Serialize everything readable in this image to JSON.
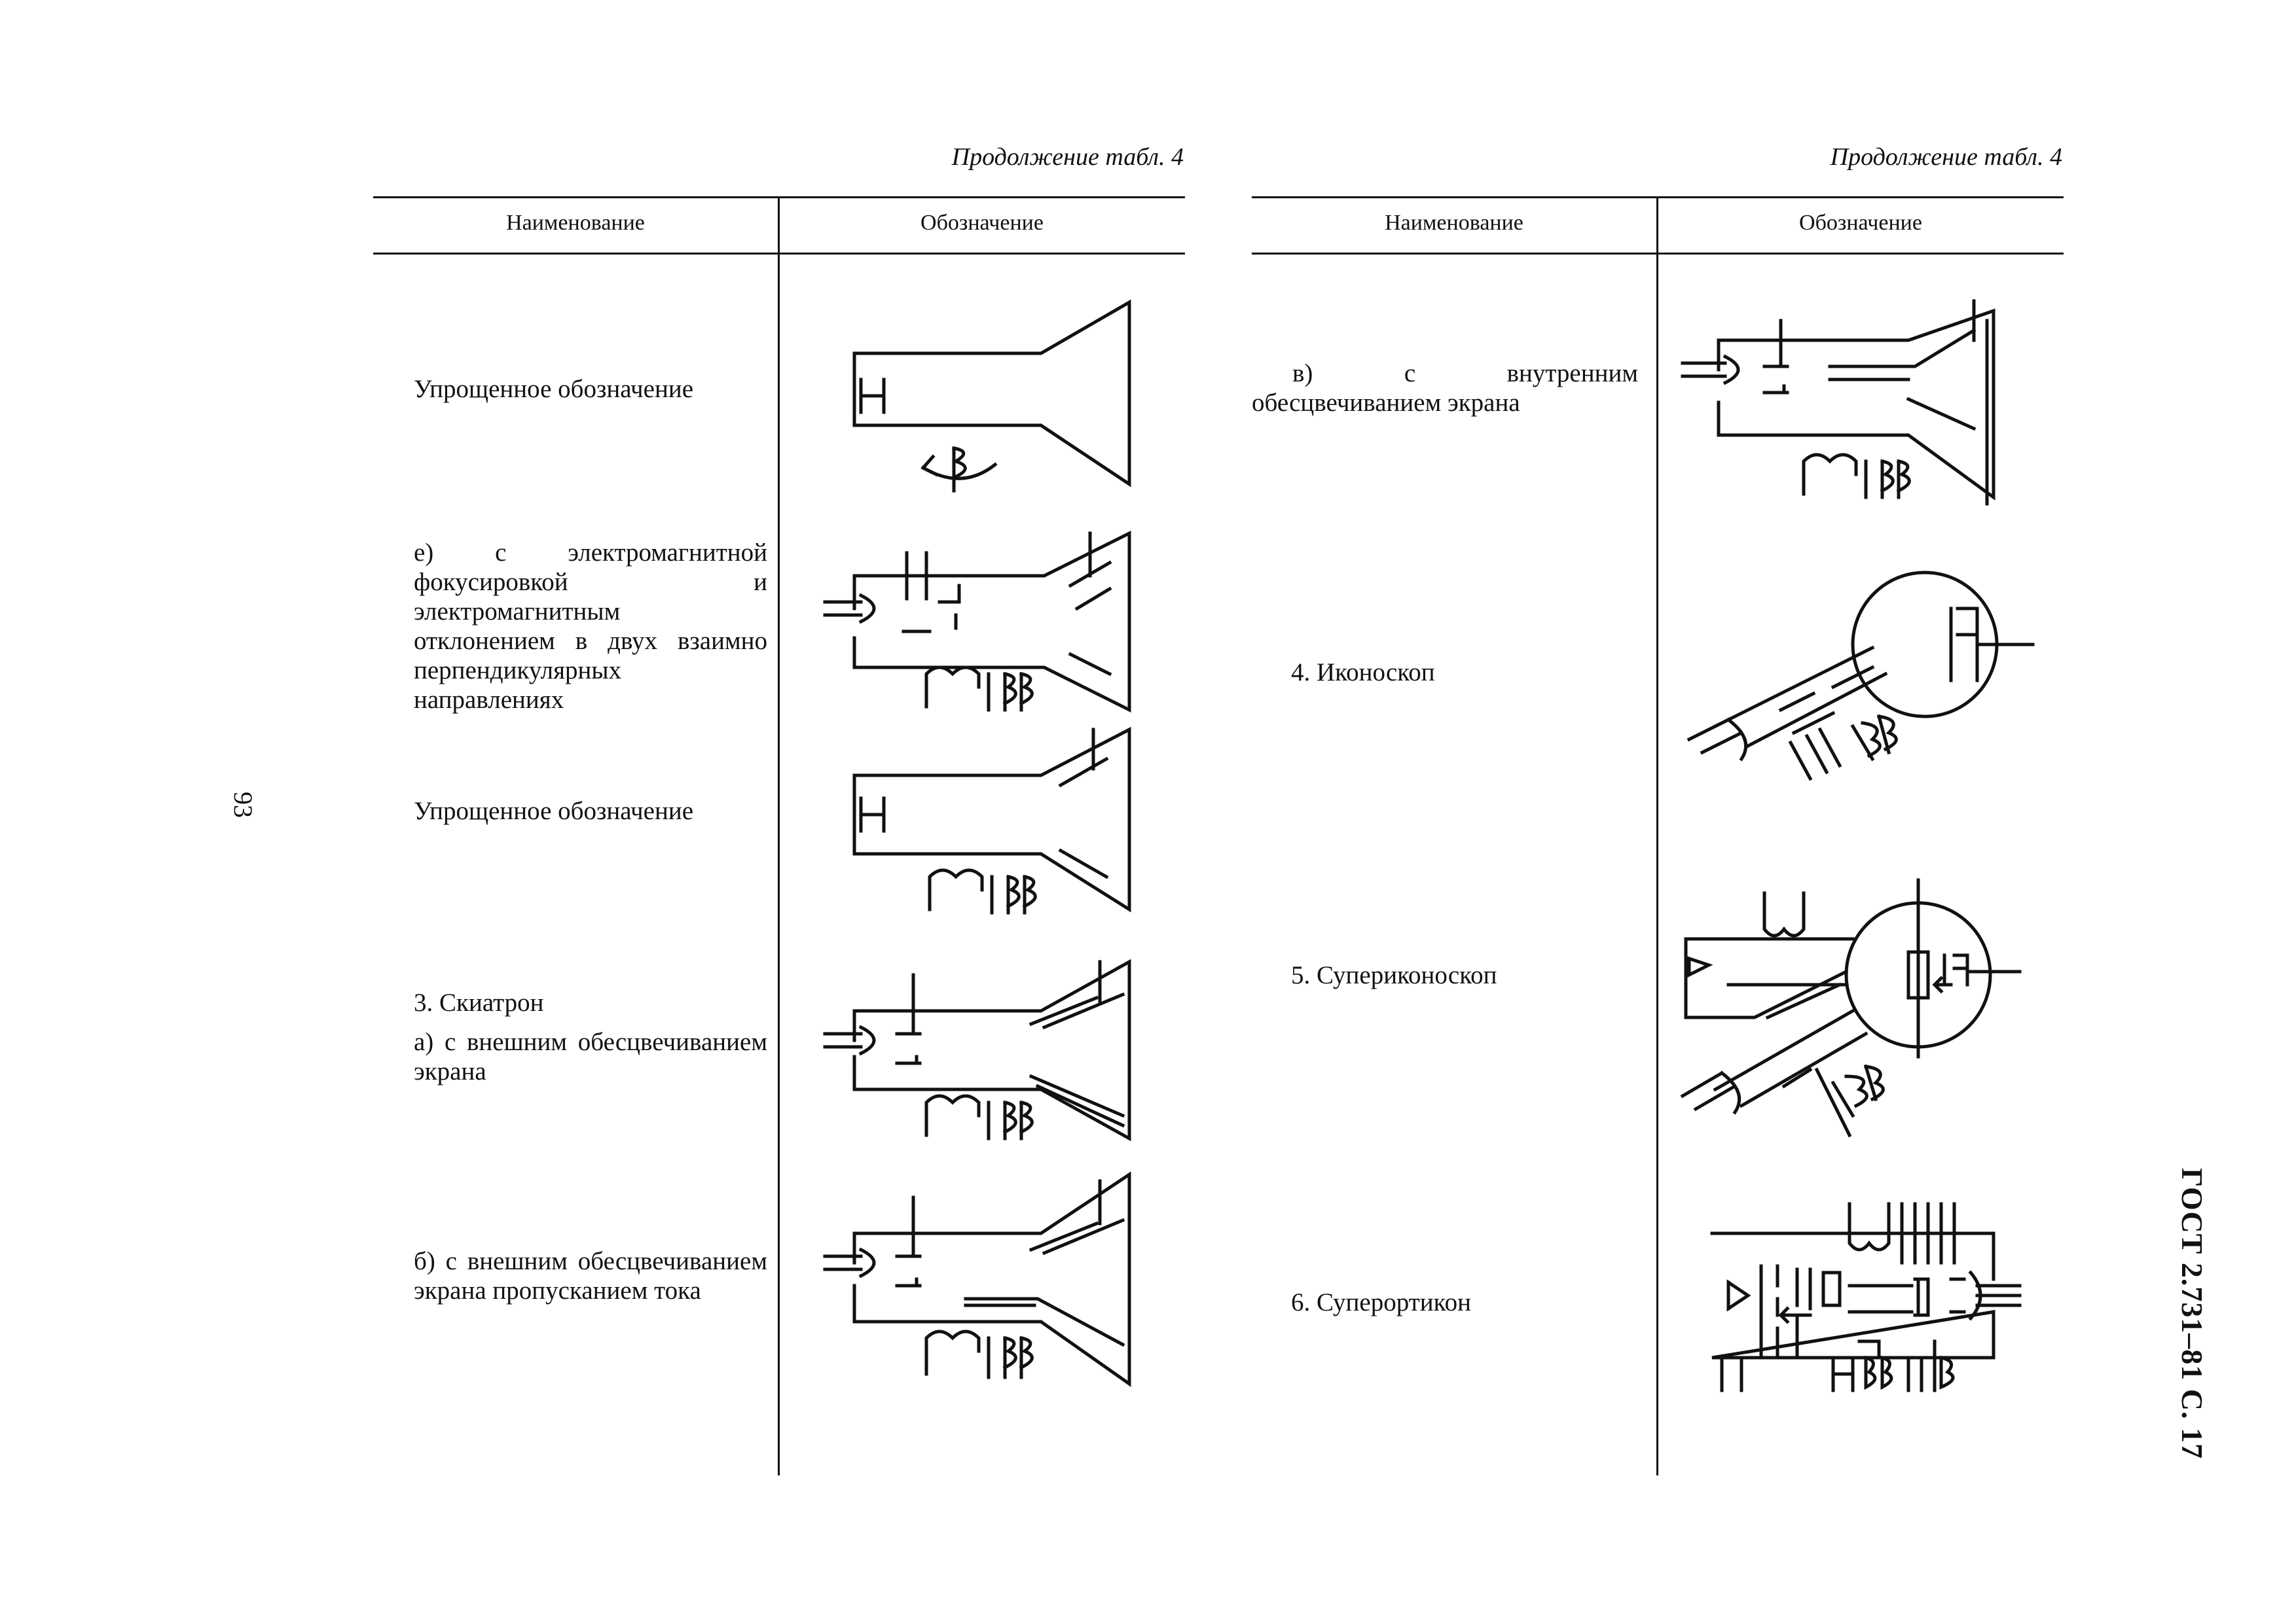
{
  "page_number": "93",
  "side_header": "ГОСТ 2.731–81 С. 17",
  "left": {
    "continuation": "Продолжение табл. 4",
    "col_name": "Наименование",
    "col_symbol": "Обозначение",
    "rows": [
      {
        "name": "Упрощенное обозначение",
        "symbol_icon": "crt-simplified-rotation-icon"
      },
      {
        "name": "е) с электромагнитной фокусировкой и электромагнитным отклонением в двух взаимно перпендикулярных направлениях",
        "symbol_icon": "crt-electromagnetic-focus-icon"
      },
      {
        "name": "Упрощенное обозначение",
        "symbol_icon": "crt-simplified-deflection-icon"
      },
      {
        "name": "3. Скиатрон",
        "sub": "а) с внешним обесцвечиванием экрана",
        "symbol_icon": "skiatron-external-icon"
      },
      {
        "name": "б) с внешним обесцвечиванием экрана пропусканием тока",
        "symbol_icon": "skiatron-current-icon"
      }
    ]
  },
  "right": {
    "continuation": "Продолжение табл. 4",
    "col_name": "Наименование",
    "col_symbol": "Обозначение",
    "rows": [
      {
        "name": "в) с внутренним обесцвечиванием экрана",
        "symbol_icon": "skiatron-internal-icon"
      },
      {
        "name": "4. Иконоскоп",
        "symbol_icon": "iconoscope-icon"
      },
      {
        "name": "5. Супериконоскоп",
        "symbol_icon": "supericonoscope-icon"
      },
      {
        "name": "6. Суперортикон",
        "symbol_icon": "superorthicon-icon"
      }
    ]
  }
}
